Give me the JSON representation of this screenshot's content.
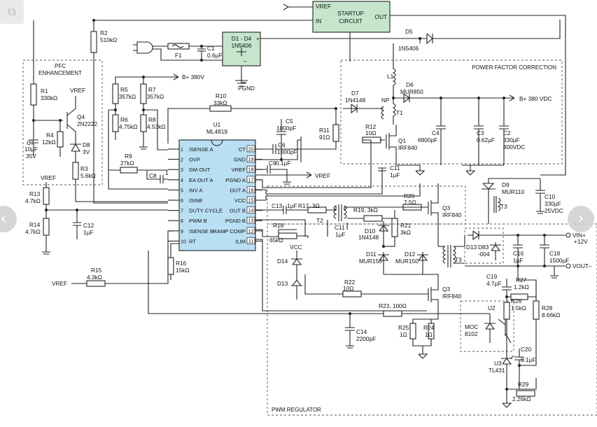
{
  "nav": {
    "prev_icon": "‹",
    "next_icon": "›",
    "corner_icon": "⧉"
  },
  "colors": {
    "ic_fill": "#b9dff3",
    "module_fill": "#c5e6cc",
    "wire": "#222222",
    "dash": "#555555"
  },
  "blocks": {
    "startup": {
      "vref": "VREF",
      "title1": "STARTUP",
      "title2": "CIRCUIT",
      "in": "IN",
      "out": "OUT"
    },
    "bridge": {
      "name": "D1 - D4",
      "part": "1N5406",
      "plus": "+",
      "minus": "–"
    },
    "pfc_enh": {
      "line1": "PFC",
      "line2": "ENHANCEMENT"
    },
    "pfc_box": {
      "title": "POWER FACTOR CORRECTION"
    },
    "pwm_box": {
      "title": "PWM REGULATOR"
    }
  },
  "ic": {
    "ref": "U1",
    "part": "ML4819",
    "left_pins": [
      {
        "num": "1",
        "name": "ISENSE A"
      },
      {
        "num": "2",
        "name": "OVP"
      },
      {
        "num": "3",
        "name": "GM OUT"
      },
      {
        "num": "4",
        "name": "EA OUT A"
      },
      {
        "num": "5",
        "name": "INV A"
      },
      {
        "num": "6",
        "name": "ISINE"
      },
      {
        "num": "7",
        "name": "DUTY CYCLE"
      },
      {
        "num": "8",
        "name": "PWM B"
      },
      {
        "num": "9",
        "name": "ISENSE B"
      },
      {
        "num": "10",
        "name": "RT"
      }
    ],
    "right_pins": [
      {
        "num": "20",
        "name": "CT"
      },
      {
        "num": "19",
        "name": "GND"
      },
      {
        "num": "18",
        "name": "VREF"
      },
      {
        "num": "17",
        "name": "PGND A"
      },
      {
        "num": "16",
        "name": "OUT A"
      },
      {
        "num": "15",
        "name": "VCC"
      },
      {
        "num": "14",
        "name": "OUT B"
      },
      {
        "num": "13",
        "name": "PGND B"
      },
      {
        "num": "12",
        "name": "RAMP COMP"
      },
      {
        "num": "11",
        "name": "ILIM"
      }
    ]
  },
  "labels": {
    "r2": "R2",
    "r2v": "510kΩ",
    "f1": "F1",
    "c1": "C1",
    "c1v": "0.6µF",
    "d5": "D5",
    "d5v": "1N5406",
    "pgnd": "PGND",
    "bplus": "B+ 380V",
    "r5": "R5",
    "r5v": "357kΩ",
    "r7": "R7",
    "r7v": "357kΩ",
    "r6": "R6",
    "r6v": "4.75kΩ",
    "r8": "R8",
    "r8v": "4.53kΩ",
    "r10": "R10",
    "r10v": "33kΩ",
    "r9": "R9",
    "r9v": "27kΩ",
    "r1": "R1",
    "r1v": "330kΩ",
    "vref_q4": "VREF",
    "q4": "Q4",
    "q4v": "2N2222",
    "r4": "R4",
    "r4v": "12kΩ",
    "c7": "C7",
    "c7v1": "10µF",
    "c7v2": "35V",
    "d8": "D8",
    "d8v": "3V",
    "r3": "R3",
    "r3v": "5.6kΩ",
    "vref_r13": "VREF",
    "r13": "R13",
    "r13v": "4.7kΩ",
    "r14": "R14",
    "r14v": "4.7kΩ",
    "c12": "C12",
    "c12v": "1µF",
    "r15": "R15",
    "r15v": "4.3kΩ",
    "vref_r15": "VREF",
    "r16": "R16",
    "r16v": "15kΩ",
    "c8": "C8",
    "c8v": "1",
    "c5": "C5",
    "c5v": "1000pF",
    "c6": "C6",
    "c6v": "1000pF",
    "c9": "C9",
    "c9v": "0.1µF",
    "vref_out": "VREF",
    "l1": "L1",
    "d6": "D6",
    "d6v": "MUR850",
    "d7": "D7",
    "d7v": "1N4148",
    "np": "NP",
    "t1": "T1",
    "r11": "R11",
    "r11v": "91Ω",
    "r12": "R12",
    "r12v": "10Ω",
    "q1": "Q1",
    "q1v": "IRF840",
    "c4": "C4",
    "c4v": "6800pF",
    "c3": "C3",
    "c3v": "0.62µF",
    "c2": "C2",
    "c2v1": "330µF",
    "c2v2": "400VDC",
    "b380": "B+ 380 VDC",
    "c11": "C11",
    "c11v": "1µF",
    "d9": "D9",
    "d9v": "MUR110",
    "t3a": "T3",
    "c10": "C10",
    "c10v1": "330µF",
    "c10v2": "25VDC",
    "c13": "C13",
    "c13v": "1µF",
    "r17": "R17, 3Ω",
    "t2": "T2",
    "c11b": "C11",
    "c11bv": "1µF",
    "r19": "R19, 3kΩ",
    "d10": "D10",
    "d10v": "1N4148",
    "r20": "R20",
    "r20v": "7.5Ω",
    "r21": "R21",
    "r21v": "3kΩ",
    "q3a": "Q3",
    "q3av": "IRF840",
    "d11": "D11",
    "d11v": "MUR150",
    "d12": "D12",
    "d12v": "MUR150",
    "d13": "D13",
    "d83": "D83",
    "d83v": "-004",
    "t3b": "T3",
    "c16": "C16",
    "c16v": "1µF",
    "c18": "C18",
    "c18v": "1500µF",
    "vin_plus": "VIN+",
    "vin_v": "+12V",
    "vout_minus": "VOUT–",
    "r18": "R18",
    "r18v": "65kΩ",
    "vcc": "VCC",
    "d14": "D14",
    "d13b": "D13",
    "r22": "R22",
    "r22v": "10Ω",
    "q3b": "Q3",
    "q3bv": "IRF840",
    "r23": "R23, 100Ω",
    "c14": "C14",
    "c14v": "2200pF",
    "r25": "R25",
    "r25v": "1Ω",
    "r24": "R24",
    "r24v": "1Ω",
    "u2": "U2",
    "moc": "MOC",
    "mocv": "8102",
    "c19": "C19",
    "c19v": "4.7µF",
    "r27": "R27",
    "r27v": "1.2kΩ",
    "r26": "R26",
    "r26v": "1.5kΩ",
    "r28": "R28",
    "r28v": "8.66kΩ",
    "c20": "C20",
    "c20v": "0.1µF",
    "u3": "U3",
    "u3v": "TL431",
    "r29": "R29",
    "r29v": "2.26kΩ"
  }
}
